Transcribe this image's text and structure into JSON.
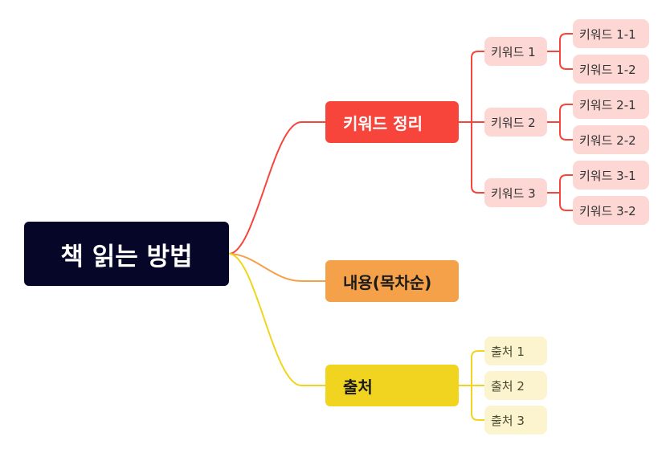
{
  "colors": {
    "root_bg": "#050628",
    "red": "#f7453c",
    "orange": "#f5a14a",
    "yellow": "#f1d41f",
    "pink_leaf": "#fcd7d4",
    "cream_leaf": "#fcf4cf"
  },
  "root": {
    "label": "책 읽는 방법"
  },
  "branches": {
    "keywords": {
      "label": "키워드 정리",
      "children": [
        {
          "label": "키워드 1",
          "children": [
            {
              "label": "키워드 1-1"
            },
            {
              "label": "키워드 1-2"
            }
          ]
        },
        {
          "label": "키워드 2",
          "children": [
            {
              "label": "키워드 2-1"
            },
            {
              "label": "키워드 2-2"
            }
          ]
        },
        {
          "label": "키워드 3",
          "children": [
            {
              "label": "키워드 3-1"
            },
            {
              "label": "키워드 3-2"
            }
          ]
        }
      ]
    },
    "contents": {
      "label": "내용(목차순)"
    },
    "sources": {
      "label": "출처",
      "children": [
        {
          "label": "출처 1"
        },
        {
          "label": "출처 2"
        },
        {
          "label": "출처 3"
        }
      ]
    }
  }
}
